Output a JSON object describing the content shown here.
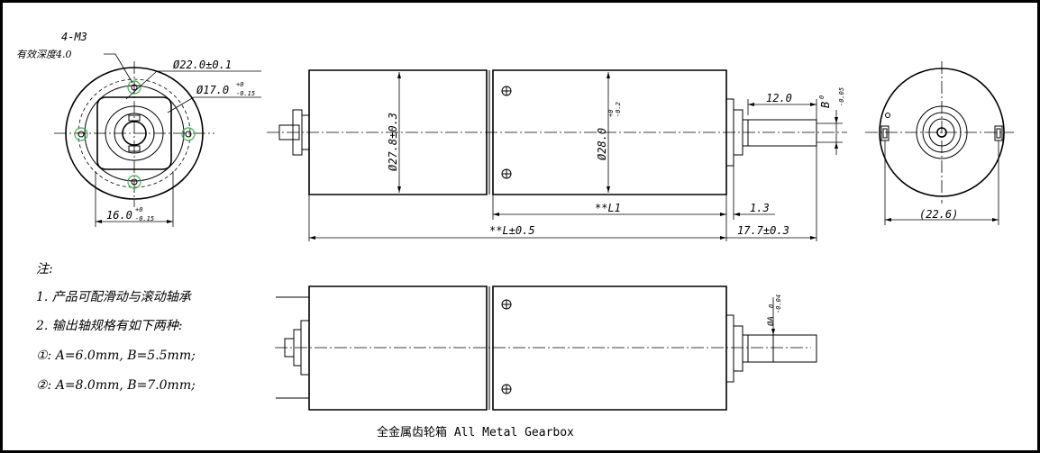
{
  "labels": {
    "thread": "4-M3",
    "depth": "有效深度4.0",
    "d22": "Ø22.0±0.1",
    "d17": "Ø17.0",
    "d17_tol_up": "+0",
    "d17_tol_dn": "-0.15",
    "w16": "16.0",
    "w16_tol_up": "+0",
    "w16_tol_dn": "-0.15",
    "d27": "Ø27.8±0.3",
    "d28": "Ø28.0",
    "d28_tol_up": "+0",
    "d28_tol_dn": "-0.2",
    "l12": "12.0",
    "b_dim": "B",
    "b_tol_up": "0",
    "b_tol_dn": "-0.05",
    "l1": "**L1",
    "l13": "1.3",
    "ltot": "**L±0.5",
    "l177": "17.7±0.3",
    "w226": "(22.6)",
    "a_dim": "ØA",
    "a_tol_up": "0",
    "a_tol_dn": "-0.04"
  },
  "notes": {
    "title": "注:",
    "line1": "1. 产品可配滑动与滚动轴承",
    "line2": "2. 输出轴规格有如下两种:",
    "line3": "①: A=6.0mm, B=5.5mm;",
    "line4": "②: A=8.0mm, B=7.0mm;"
  },
  "caption": "全金属齿轮箱 All Metal Gearbox",
  "colors": {
    "screw_marker": "#39b54a",
    "line": "#000000"
  }
}
